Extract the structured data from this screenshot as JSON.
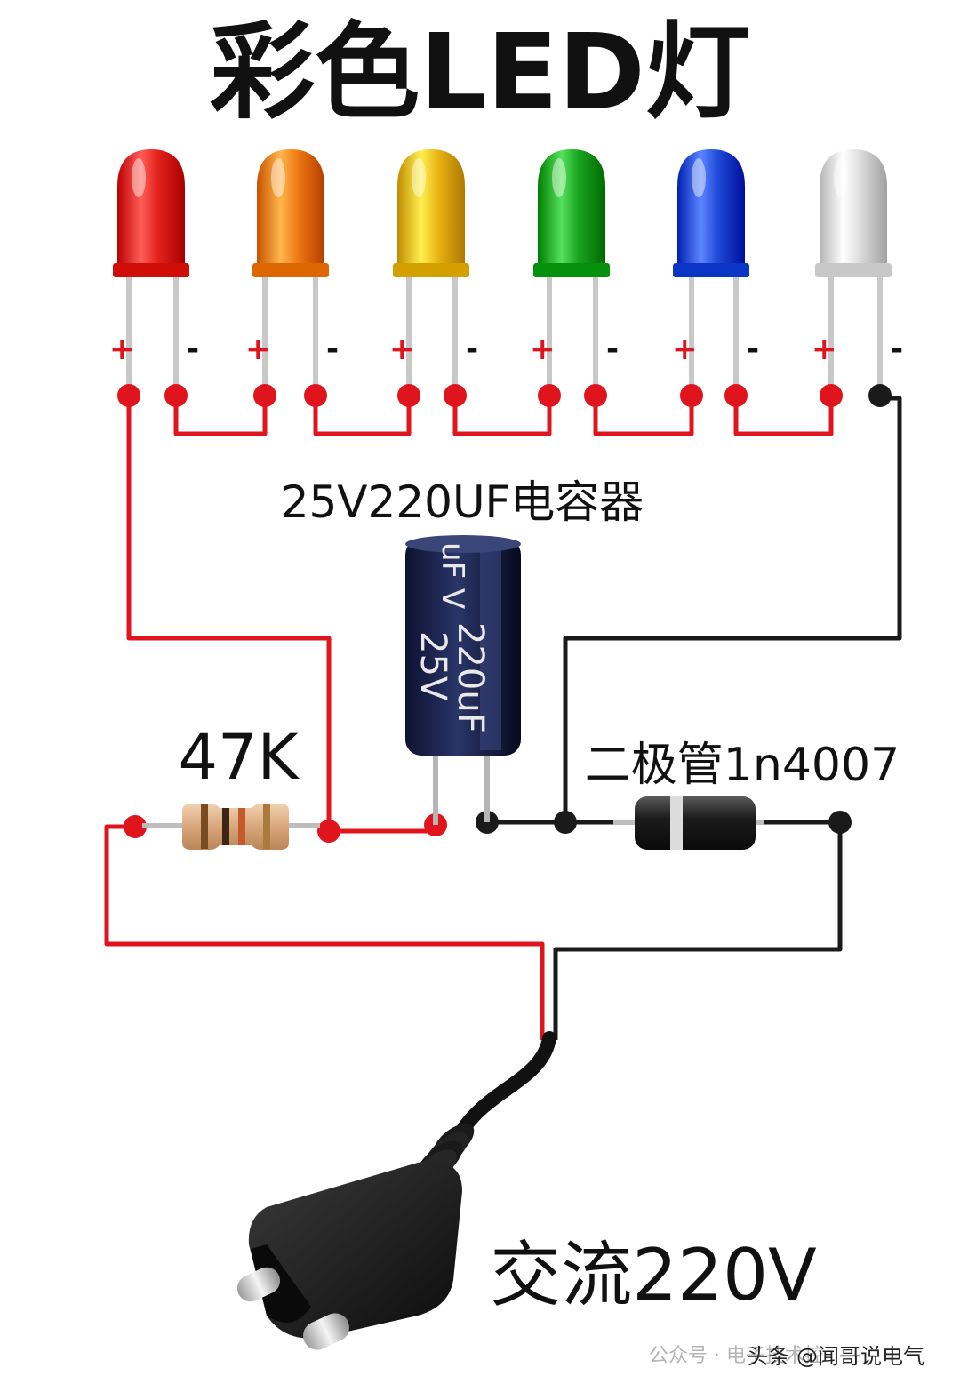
{
  "title": "彩色LED灯",
  "leds": [
    {
      "color_name": "red",
      "color": "#e3221c",
      "pos": "+",
      "neg": "-"
    },
    {
      "color_name": "orange",
      "color": "#f07a12",
      "pos": "+",
      "neg": "-"
    },
    {
      "color_name": "yellow",
      "color": "#e8b414",
      "pos": "+",
      "neg": "-"
    },
    {
      "color_name": "green",
      "color": "#19a51f",
      "pos": "+",
      "neg": "-"
    },
    {
      "color_name": "blue",
      "color": "#1f49d8",
      "pos": "+",
      "neg": "-"
    },
    {
      "color_name": "white",
      "color": "#dcdcdc",
      "pos": "+",
      "neg": "-"
    }
  ],
  "capacitor": {
    "label": "25V220UF电容器",
    "body_text_1": "220uF",
    "body_text_2": "25V",
    "body_top_text": "uF V"
  },
  "resistor": {
    "label": "47K"
  },
  "diode": {
    "label": "二极管1n4007"
  },
  "plug": {
    "label": "交流220V"
  },
  "watermark": {
    "text_1": "公众号 · 电子技术控",
    "text_2": "头条 @闻哥说电气"
  },
  "colors": {
    "wire_red": "#e0141c",
    "wire_black": "#1a1a1a",
    "plus_red": "#e0141c"
  }
}
